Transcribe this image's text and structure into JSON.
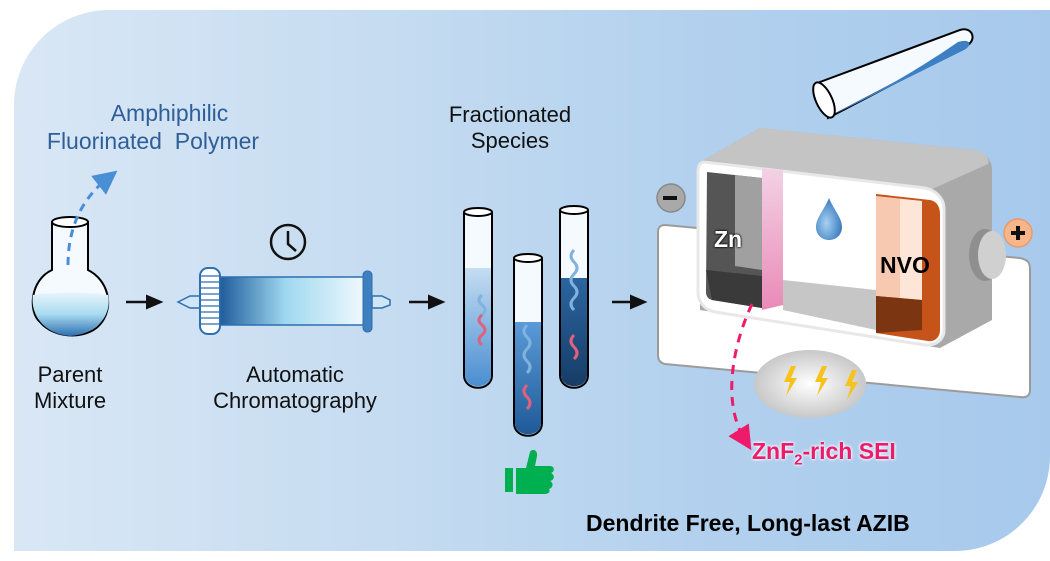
{
  "polymer_label": {
    "line1": "Amphiphilic",
    "line2": "Fluorinated  Polymer"
  },
  "steps": [
    {
      "line1": "Parent",
      "line2": "Mixture"
    },
    {
      "line1": "Automatic",
      "line2": "Chromatography"
    },
    {
      "line1": "Fractionated",
      "line2": "Species"
    }
  ],
  "battery": {
    "anode_label": "Zn",
    "cathode_label": "NVO",
    "negative_terminal": "-",
    "positive_terminal": "+"
  },
  "sei_label": {
    "prefix": "ZnF",
    "subscript": "2",
    "suffix": "-rich SEI"
  },
  "conclusion": "Dendrite Free, Long-last AZIB",
  "colors": {
    "polymer_text": "#2e5f98",
    "sei_text": "#ee1b6a",
    "thumb": "#00b050",
    "cathode": "#c5531a"
  },
  "icons": [
    "flask-icon",
    "chromatography-column-icon",
    "clock-icon",
    "test-tube-icon",
    "thumbs-up-icon",
    "battery-cell-icon",
    "water-drop-icon",
    "lightning-icon"
  ]
}
